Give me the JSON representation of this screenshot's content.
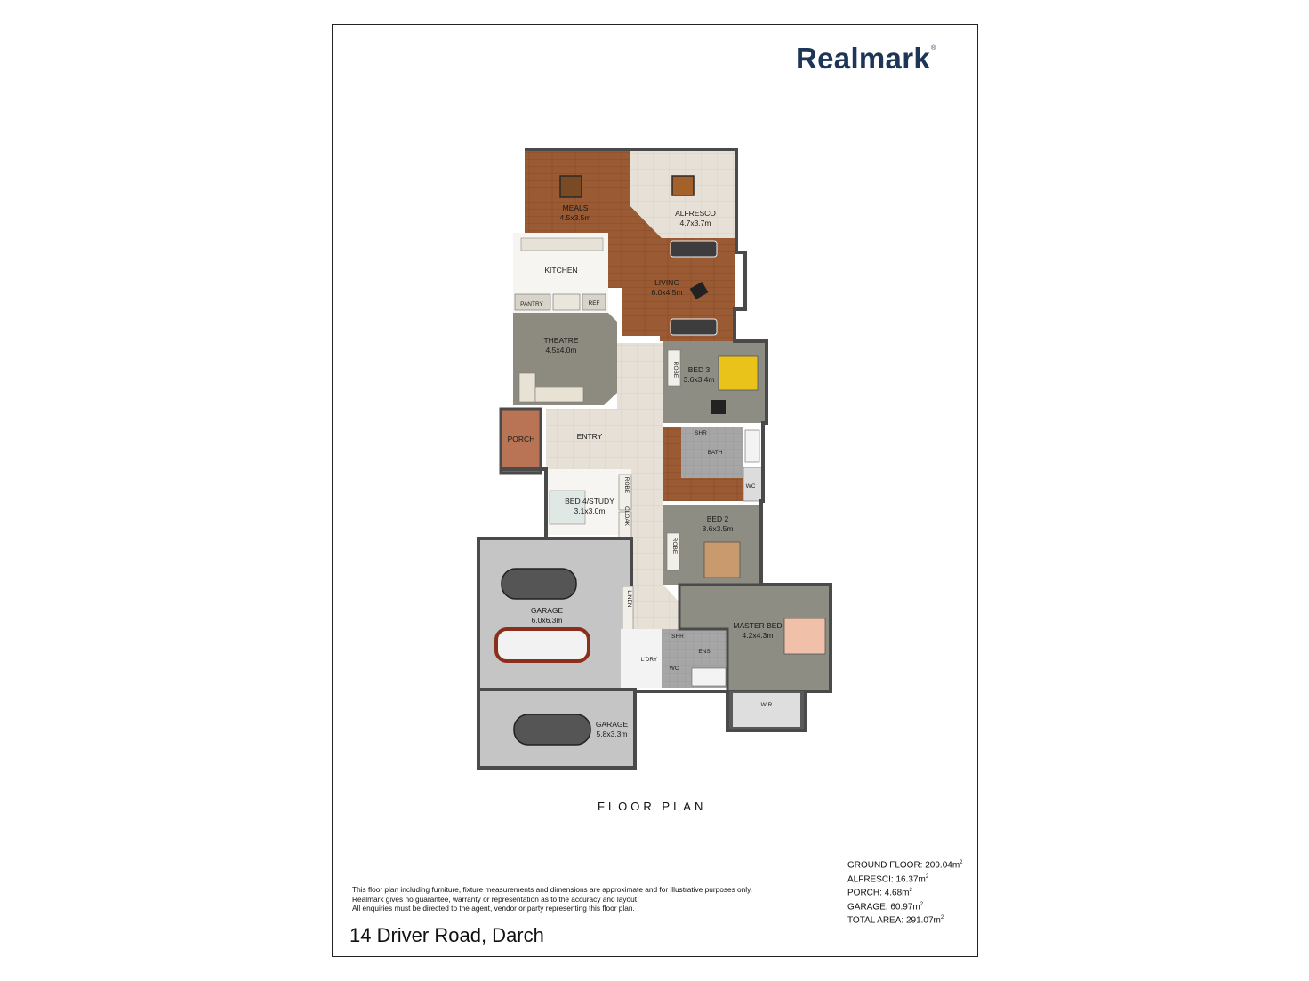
{
  "brand": {
    "name": "Realmark",
    "mark": "®"
  },
  "plan_title": "FLOOR PLAN",
  "rooms": {
    "meals": {
      "name": "MEALS",
      "size": "4.5x3.5m"
    },
    "alfresco": {
      "name": "ALFRESCO",
      "size": "4.7x3.7m"
    },
    "kitchen": {
      "name": "KITCHEN"
    },
    "pantry": {
      "name": "PANTRY"
    },
    "ref": {
      "name": "REF"
    },
    "living": {
      "name": "LIVING",
      "size": "6.0x4.5m"
    },
    "theatre": {
      "name": "THEATRE",
      "size": "4.5x4.0m"
    },
    "bed3": {
      "name": "BED 3",
      "size": "3.6x3.4m"
    },
    "robe_bed3": {
      "name": "ROBE"
    },
    "porch": {
      "name": "PORCH"
    },
    "entry": {
      "name": "ENTRY"
    },
    "bath_shr": {
      "name": "SHR"
    },
    "bath": {
      "name": "BATH"
    },
    "wc_bath": {
      "name": "WC"
    },
    "bed4": {
      "name": "BED 4/STUDY",
      "size": "3.1x3.0m"
    },
    "robe_bed4": {
      "name": "ROBE"
    },
    "cloak": {
      "name": "CLOAK"
    },
    "bed2": {
      "name": "BED 2",
      "size": "3.6x3.5m"
    },
    "robe_bed2": {
      "name": "ROBE"
    },
    "linen": {
      "name": "LINEN"
    },
    "garage1": {
      "name": "GARAGE",
      "size": "6.0x6.3m"
    },
    "master": {
      "name": "MASTER BED",
      "size": "4.2x4.3m"
    },
    "ens_shr": {
      "name": "SHR"
    },
    "ens": {
      "name": "ENS"
    },
    "ldry": {
      "name": "L'DRY"
    },
    "wc_ens": {
      "name": "WC"
    },
    "wir": {
      "name": "WIR"
    },
    "garage2": {
      "name": "GARAGE",
      "size": "5.8x3.3m"
    }
  },
  "disclaimer": [
    "This floor plan including furniture, fixture measurements and dimensions are approximate and for illustrative purposes only.",
    "Realmark gives no guarantee, warranty or representation as to the accuracy and layout.",
    "All enquiries must be directed to the agent, vendor or party representing this floor plan."
  ],
  "areas": [
    {
      "label": "GROUND FLOOR:",
      "value": "209.04m",
      "unit_sup": "2"
    },
    {
      "label": "ALFRESCI:",
      "value": "16.37m",
      "unit_sup": "2"
    },
    {
      "label": "PORCH:",
      "value": "4.68m",
      "unit_sup": "2"
    },
    {
      "label": "GARAGE:",
      "value": "60.97m",
      "unit_sup": "2"
    },
    {
      "label": "TOTAL AREA:",
      "value": "291.07m",
      "unit_sup": "2"
    }
  ],
  "address": "14 Driver Road, Darch",
  "colors": {
    "wood": "#9a5a33",
    "wall": "#4a4a4a",
    "tile": "#e4ddd3",
    "carpet": "#8d8d84",
    "garage": "#c3c3c3",
    "wet": "#a3a3a3",
    "brand": "#1d3557"
  }
}
